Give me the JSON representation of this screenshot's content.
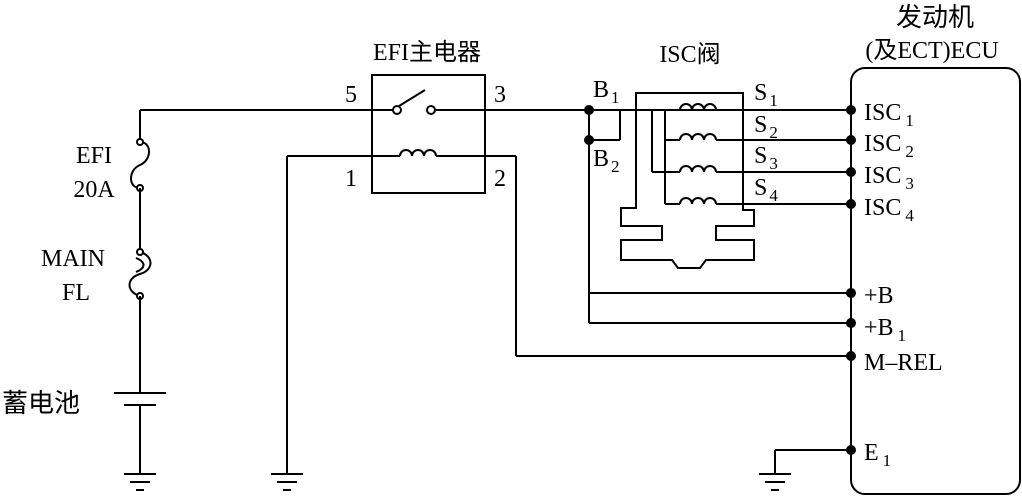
{
  "ecu": {
    "title_line1": "发动机",
    "title_line2": "(及ECT)ECU"
  },
  "relay": {
    "label": "EFI主电器",
    "pin5": "5",
    "pin3": "3",
    "pin1": "1",
    "pin2": "2"
  },
  "isc_valve": {
    "label": "ISC阀"
  },
  "labels": {
    "b1": {
      "main": "B",
      "sub": "1"
    },
    "b2": {
      "main": "B",
      "sub": "2"
    },
    "s1": {
      "main": "S",
      "sub": "1"
    },
    "s2": {
      "main": "S",
      "sub": "2"
    },
    "s3": {
      "main": "S",
      "sub": "3"
    },
    "s4": {
      "main": "S",
      "sub": "4"
    }
  },
  "ecu_pins": {
    "isc1": {
      "main": "ISC",
      "sub": "1"
    },
    "isc2": {
      "main": "ISC",
      "sub": "2"
    },
    "isc3": {
      "main": "ISC",
      "sub": "3"
    },
    "isc4": {
      "main": "ISC",
      "sub": "4"
    },
    "plus_b": {
      "main": "+B",
      "sub": ""
    },
    "plus_b1": {
      "main": "+B",
      "sub": "1"
    },
    "m_rel": {
      "main": "M–REL",
      "sub": ""
    },
    "e1": {
      "main": "E",
      "sub": "1"
    }
  },
  "fuse_efi": {
    "line1": "EFI",
    "line2": "20A"
  },
  "fuse_main": {
    "line1": "MAIN",
    "line2": "FL"
  },
  "battery": {
    "label": "蓄电池"
  }
}
